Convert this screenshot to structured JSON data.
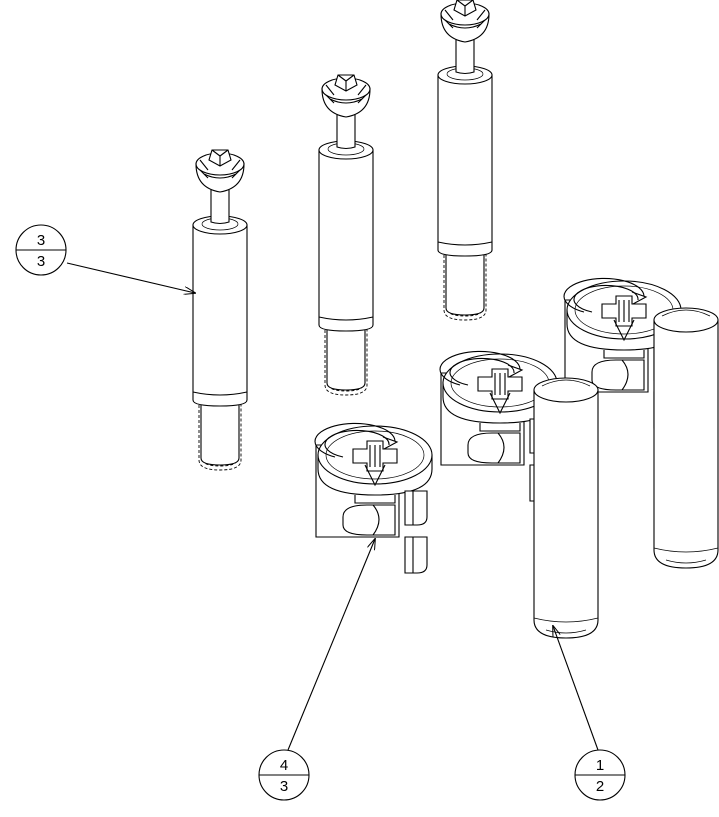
{
  "balloons": [
    {
      "item": "3",
      "qty": "3"
    },
    {
      "item": "4",
      "qty": "3"
    },
    {
      "item": "1",
      "qty": "2"
    }
  ]
}
